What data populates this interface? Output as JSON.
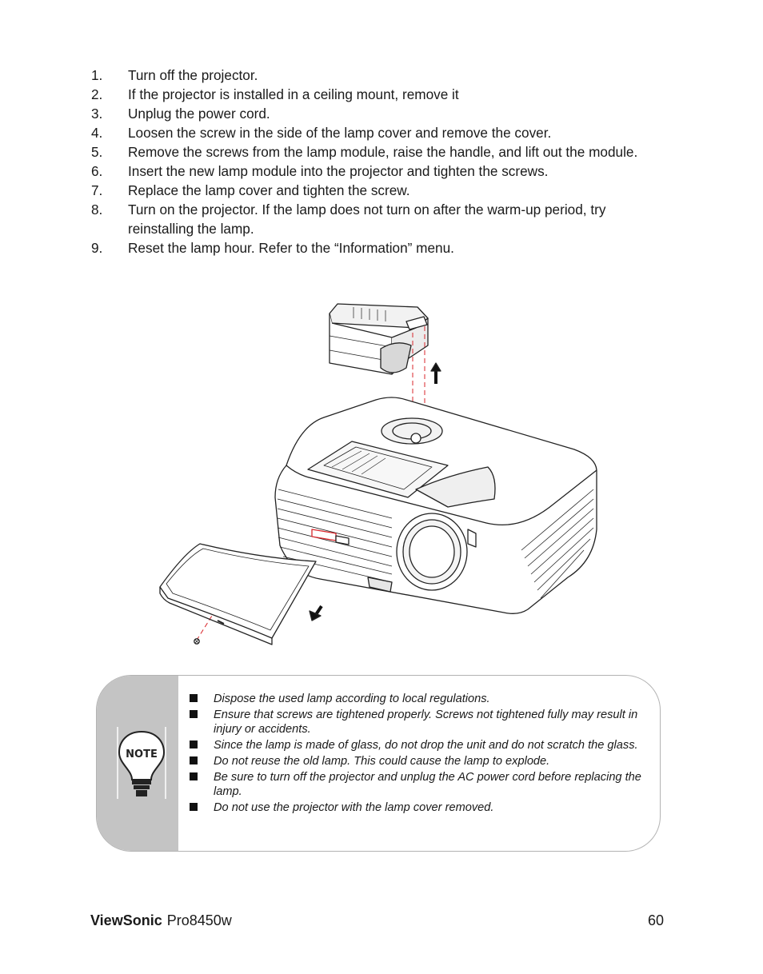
{
  "steps": [
    {
      "num": "1.",
      "text": "Turn off the projector."
    },
    {
      "num": "2.",
      "text": "If the projector is installed in a ceiling mount, remove it"
    },
    {
      "num": "3.",
      "text": "Unplug the power cord."
    },
    {
      "num": "4.",
      "text": "Loosen the screw in the side of the lamp cover and remove the cover."
    },
    {
      "num": "5.",
      "text": "Remove the screws from the lamp module, raise the handle, and lift out the module."
    },
    {
      "num": "6.",
      "text": "Insert the new lamp module into the projector and tighten the screws."
    },
    {
      "num": "7.",
      "text": "Replace the lamp cover and tighten the screw."
    },
    {
      "num": "8.",
      "text": "Turn on the projector.  If the lamp does not turn on after the warm-up period, try reinstalling the lamp."
    },
    {
      "num": "9.",
      "text": "Reset the lamp hour. Refer to the “Information” menu."
    }
  ],
  "note": {
    "icon_label": "NOTE",
    "items": [
      "Dispose the used lamp according to local regulations.",
      "Ensure that screws are tightened properly. Screws not tightened fully may result in injury or accidents.",
      "Since the lamp is made of glass, do not drop the unit and do not scratch the glass.",
      "Do not reuse the old lamp. This could cause the lamp to explode.",
      "Be sure to turn off the projector and unplug the AC power cord before replacing the lamp.",
      "Do not use the projector with the lamp cover removed."
    ]
  },
  "footer": {
    "brand": "ViewSonic",
    "model": "Pro8450w",
    "page": "60"
  },
  "colors": {
    "guide_line": "#d9262b",
    "note_sidebar": "#c4c4c4"
  }
}
